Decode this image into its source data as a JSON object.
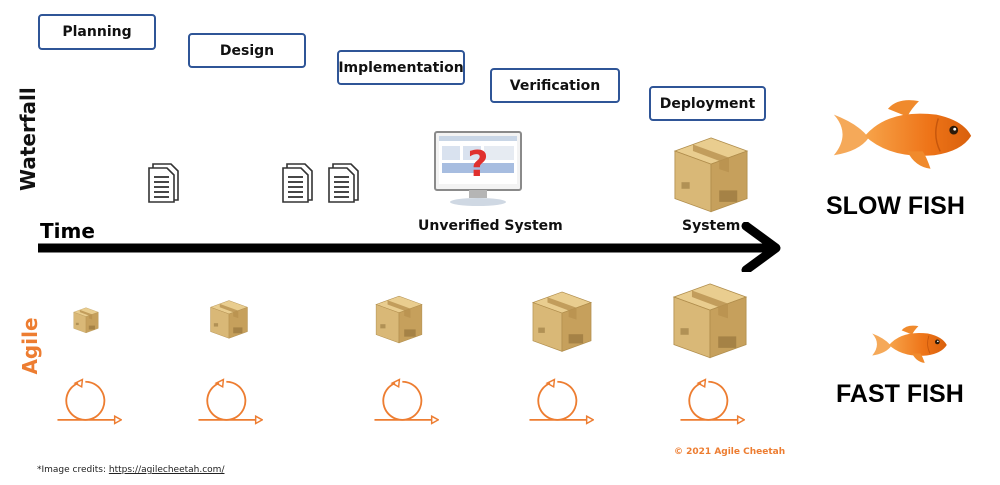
{
  "waterfall": {
    "label": "Waterfall",
    "phases": [
      "Planning",
      "Design",
      "Implementation",
      "Verification",
      "Deployment"
    ],
    "unverified_label": "Unverified System",
    "system_label": "System",
    "result_label": "SLOW FISH"
  },
  "timeline": {
    "label": "Time"
  },
  "agile": {
    "label": "Agile",
    "result_label": "FAST FISH"
  },
  "copyright": "© 2021 Agile Cheetah",
  "credits": {
    "prefix": "*Image credits: ",
    "link": "https://agilecheetah.com/"
  },
  "colors": {
    "phase_border": "#2f5597",
    "agile_orange": "#ed7d31",
    "box_tan": "#d9b877",
    "arrow": "#000000"
  },
  "icons": [
    "document-icon",
    "monitor-icon",
    "question-mark-icon",
    "box-icon",
    "cycle-icon",
    "goldfish-icon",
    "arrow-icon"
  ]
}
